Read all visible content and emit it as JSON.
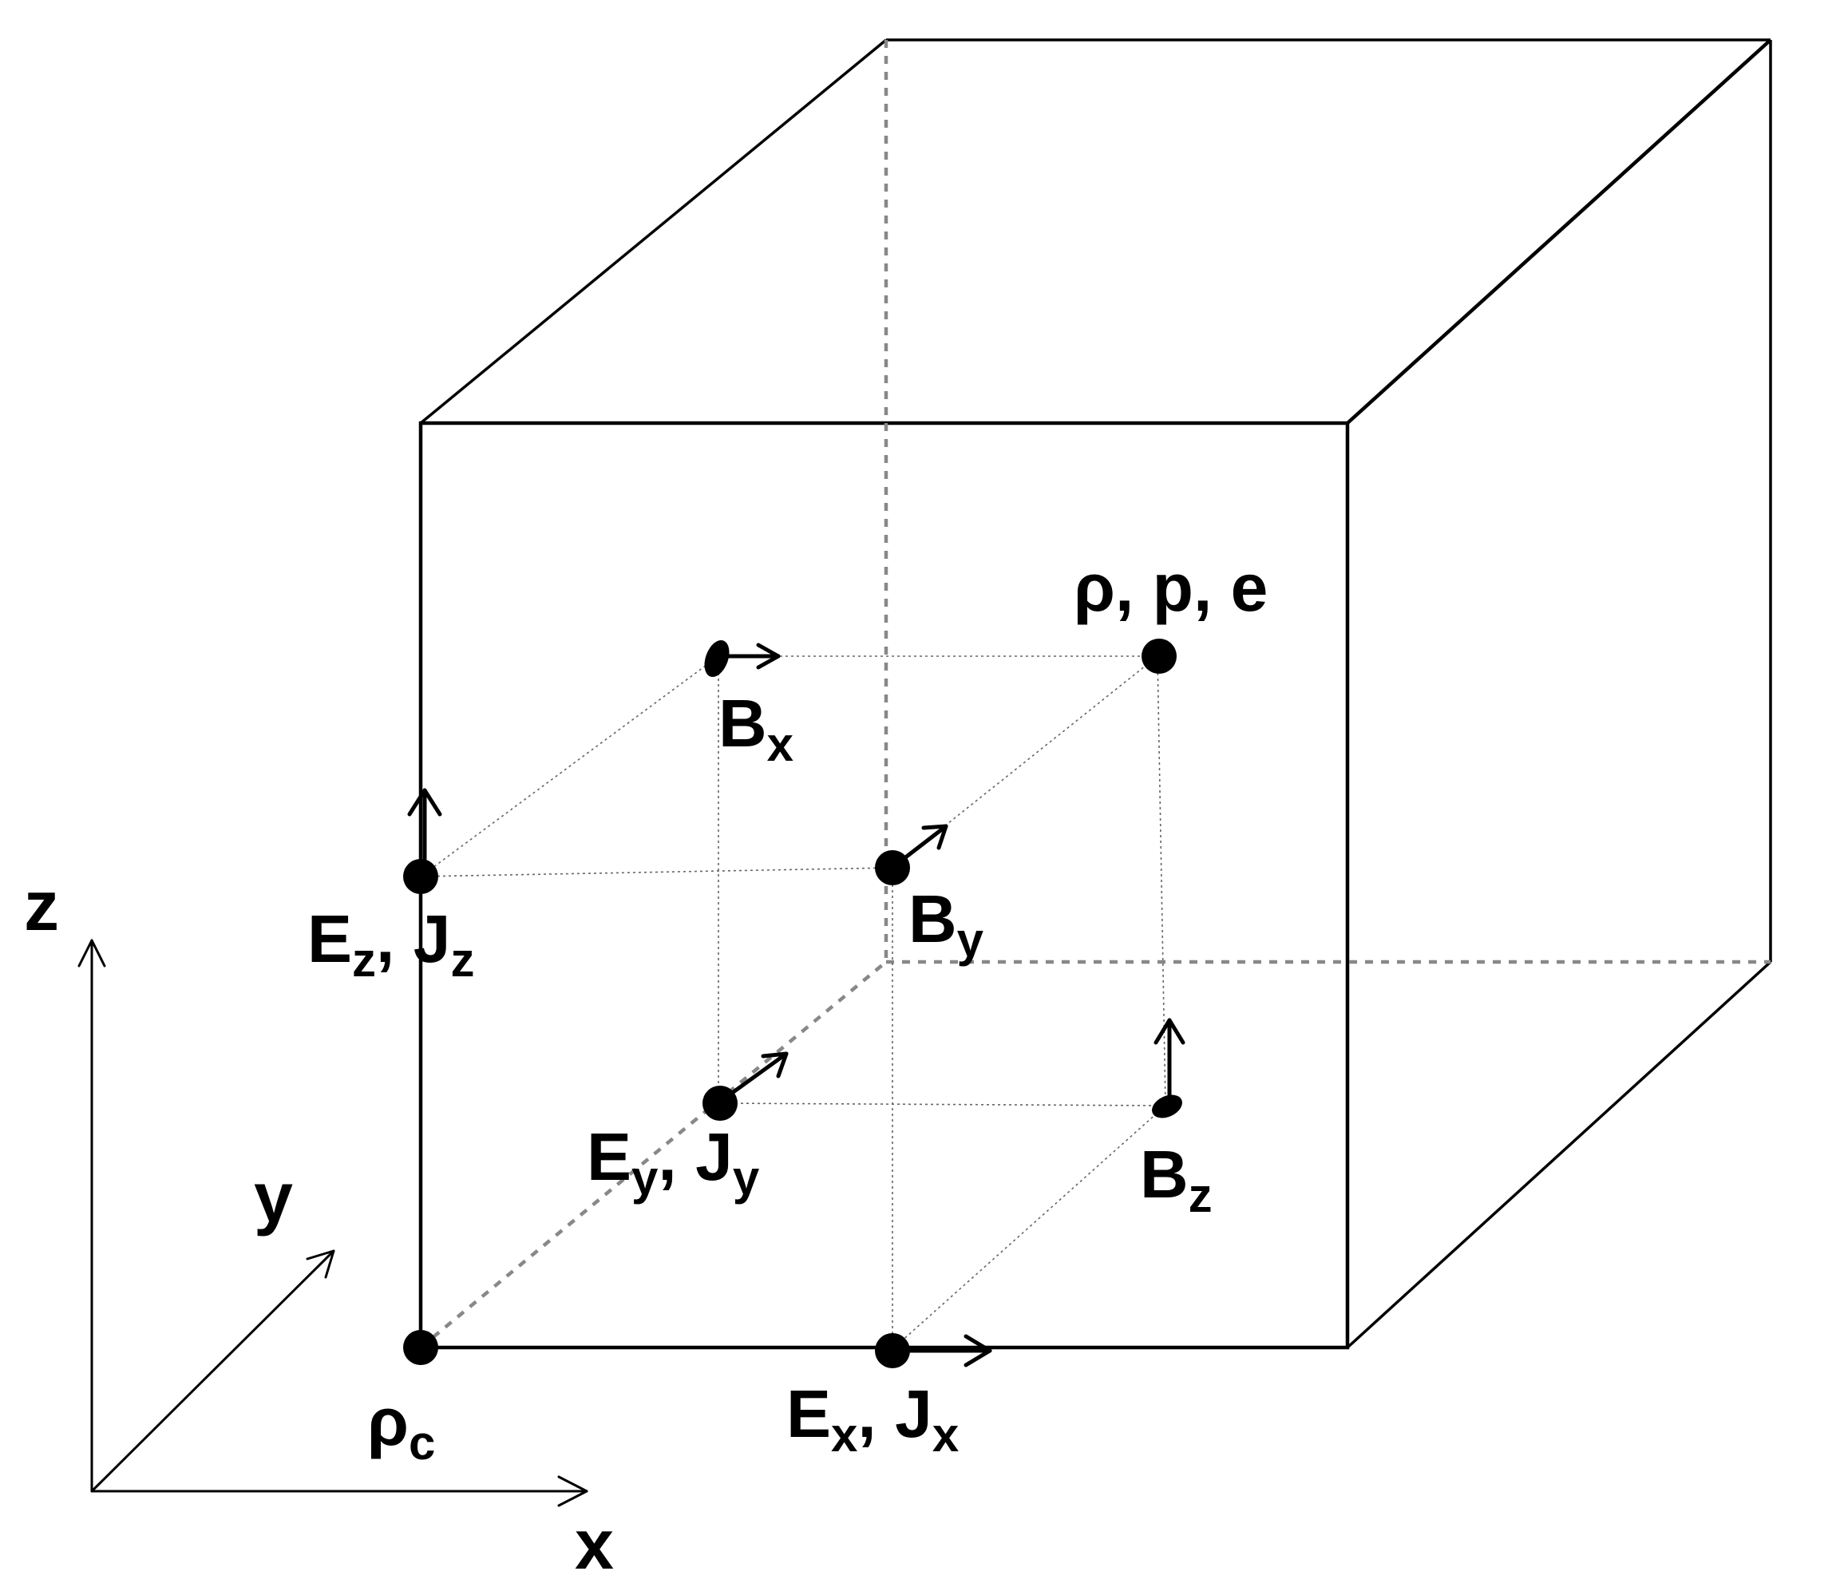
{
  "axes": {
    "x": "x",
    "y": "y",
    "z": "z"
  },
  "points": {
    "rho_c": {
      "main": "ρ",
      "sub": "c"
    },
    "Ex": {
      "main1": "E",
      "sub1": "x",
      "sep": ", ",
      "main2": "J",
      "sub2": "x"
    },
    "Ey": {
      "main1": "E",
      "sub1": "y",
      "sep": ", ",
      "main2": "J",
      "sub2": "y"
    },
    "Ez": {
      "main1": "E",
      "sub1": "z",
      "sep": ", ",
      "main2": "J",
      "sub2": "z"
    },
    "Bx": {
      "main": "B",
      "sub": "x"
    },
    "By": {
      "main": "B",
      "sub": "y"
    },
    "Bz": {
      "main": "B",
      "sub": "z"
    },
    "center": {
      "label": "ρ, p, e"
    }
  }
}
